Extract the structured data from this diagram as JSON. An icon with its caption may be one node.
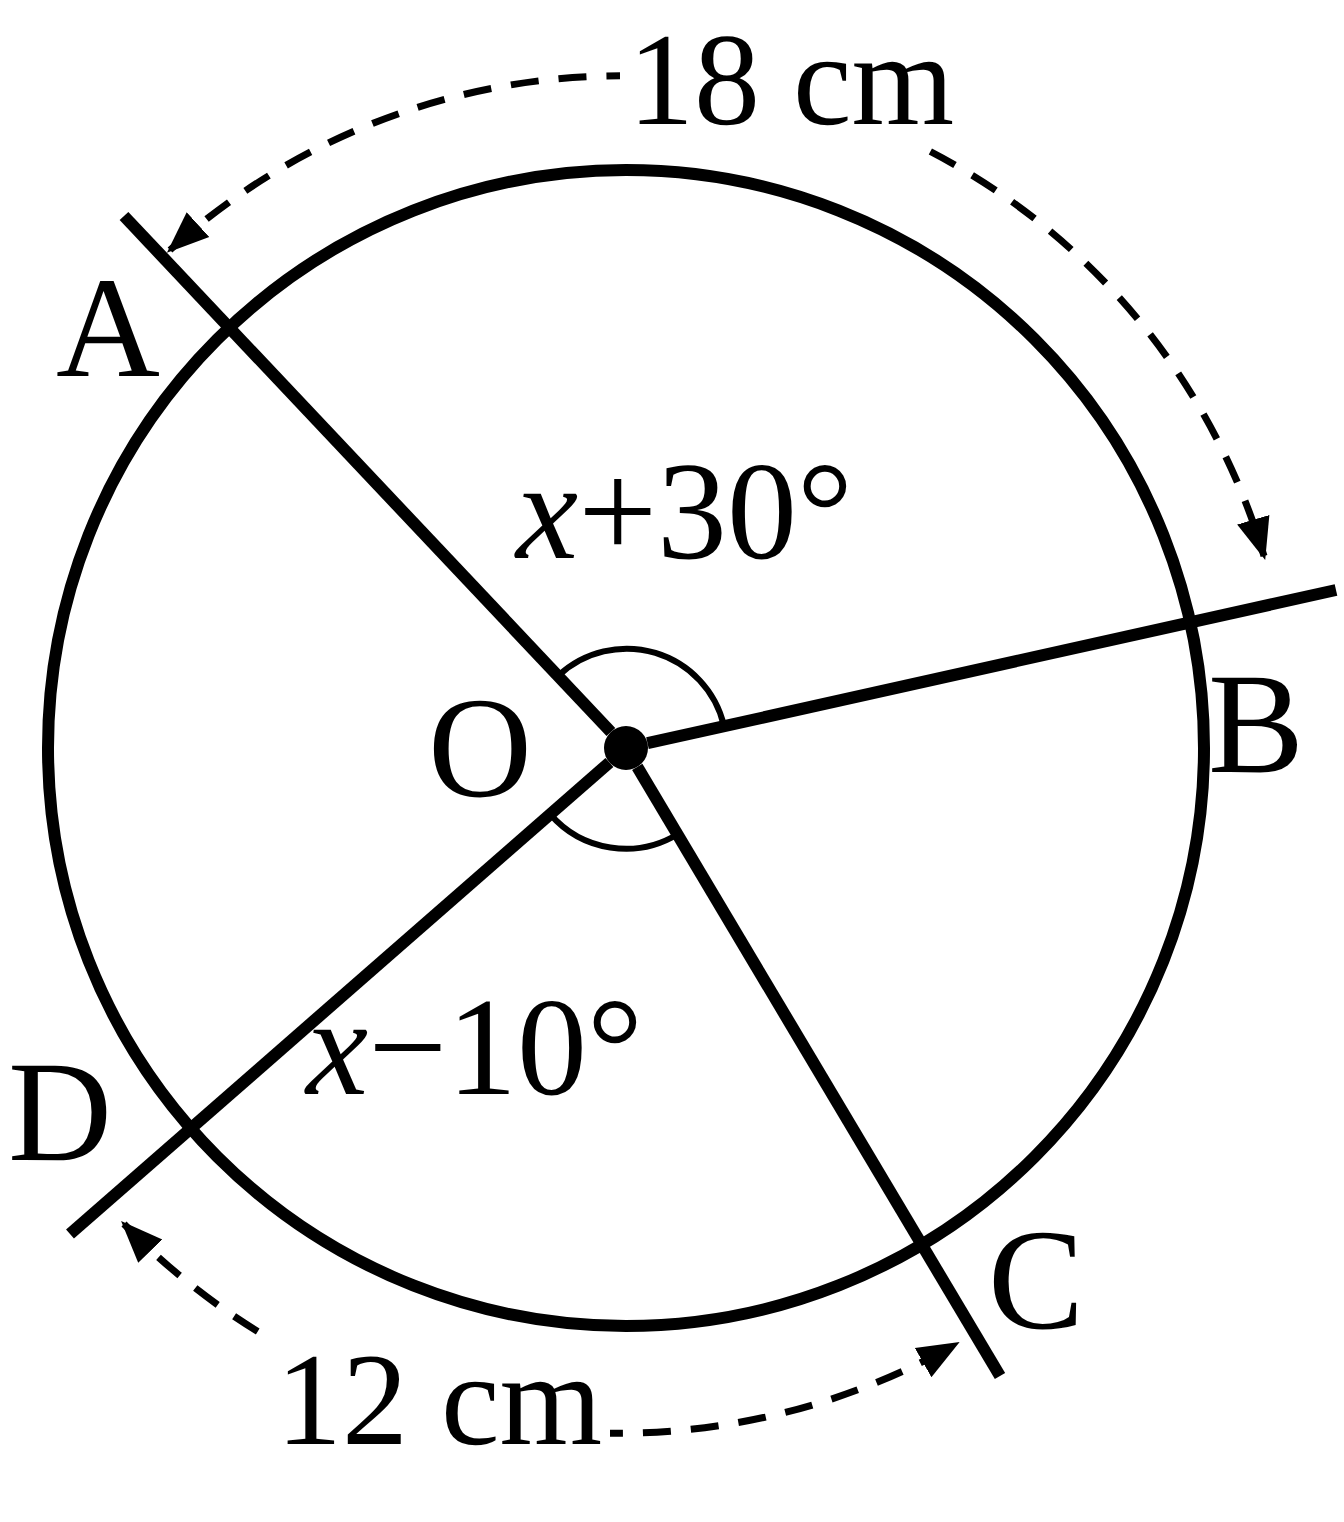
{
  "diagram": {
    "nodes": [
      {
        "text": [
          "A"
        ]
      },
      {
        "text": [
          "B"
        ]
      },
      {
        "text": [
          "C"
        ]
      },
      {
        "text": [
          "D"
        ]
      },
      {
        "text": [],
        "shape": "circle",
        "beside": [
          "O"
        ]
      }
    ],
    "edges": [
      {
        "from": 4,
        "to": 0,
        "arrow": "none"
      },
      {
        "from": 4,
        "to": 1,
        "arrow": "none"
      },
      {
        "from": 4,
        "to": 2,
        "arrow": "none"
      },
      {
        "from": 4,
        "to": 3,
        "arrow": "none"
      },
      {
        "from": 0,
        "to": 1,
        "arrow": "both",
        "style": "dashed",
        "label": "18 cm"
      },
      {
        "from": 3,
        "to": 2,
        "arrow": "both",
        "style": "dashed",
        "label": "12 cm"
      }
    ],
    "labels": [
      "*x*+30°",
      "*x*−10°"
    ]
  }
}
